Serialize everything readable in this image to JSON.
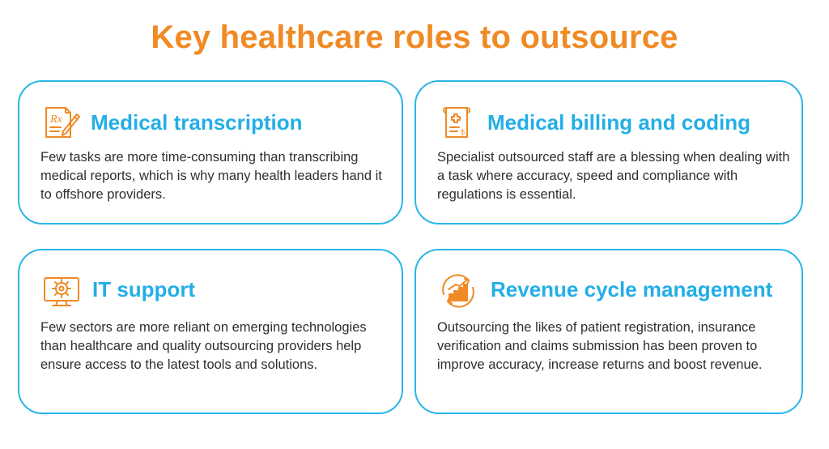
{
  "title": "Key healthcare roles to outsource",
  "colors": {
    "title": "#F08A24",
    "heading": "#23AEE6",
    "border": "#29B6E8",
    "icon": "#F08A24"
  },
  "cards": [
    {
      "icon": "prescription-pen-icon",
      "heading": "Medical transcription",
      "text": "Few tasks are more time-consuming than transcribing medical reports, which is why many health leaders hand it to offshore providers."
    },
    {
      "icon": "medical-bill-icon",
      "heading": "Medical billing and coding",
      "text": "Specialist outsourced staff are a blessing when dealing with a task where accuracy, speed and compliance with regulations is essential."
    },
    {
      "icon": "monitor-gear-icon",
      "heading": "IT support",
      "text": "Few sectors are more reliant on emerging technologies than healthcare and quality outsourcing providers help ensure access to the latest tools and solutions."
    },
    {
      "icon": "revenue-growth-icon",
      "heading": "Revenue cycle management",
      "text": "Outsourcing the likes of patient registration, insurance verification and claims submission has been proven to improve accuracy, increase returns and boost revenue."
    }
  ]
}
